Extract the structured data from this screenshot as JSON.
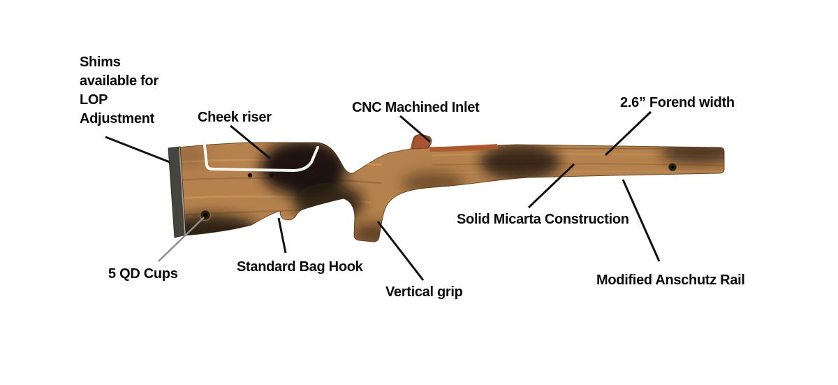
{
  "diagram": {
    "subject": "Annotated rifle stock feature diagram",
    "labels": [
      {
        "name": "shims-lop",
        "text": "Shims available for LOP Adjustment"
      },
      {
        "name": "cheek-riser",
        "text": "Cheek riser"
      },
      {
        "name": "cnc-inlet",
        "text": "CNC Machined Inlet"
      },
      {
        "name": "forend-width",
        "text": "2.6” Forend width"
      },
      {
        "name": "micarta",
        "text": "Solid Micarta Construction"
      },
      {
        "name": "qd-cups",
        "text": "5 QD Cups"
      },
      {
        "name": "bag-hook",
        "text": "Standard Bag Hook"
      },
      {
        "name": "vertical-grip",
        "text": "Vertical grip"
      },
      {
        "name": "anschutz-rail",
        "text": "Modified Anschutz Rail"
      }
    ],
    "colors": {
      "background": "#ffffff",
      "wood": "#b5824e",
      "wood_dark": "#8a5c30",
      "camo_dark": "#17120c",
      "butt_pad": "#46443f",
      "inlet_red": "#b0542c",
      "leader_line": "#111111",
      "leader_line_gray": "#8f8f8f",
      "label_text": "#0b0b0b"
    }
  }
}
